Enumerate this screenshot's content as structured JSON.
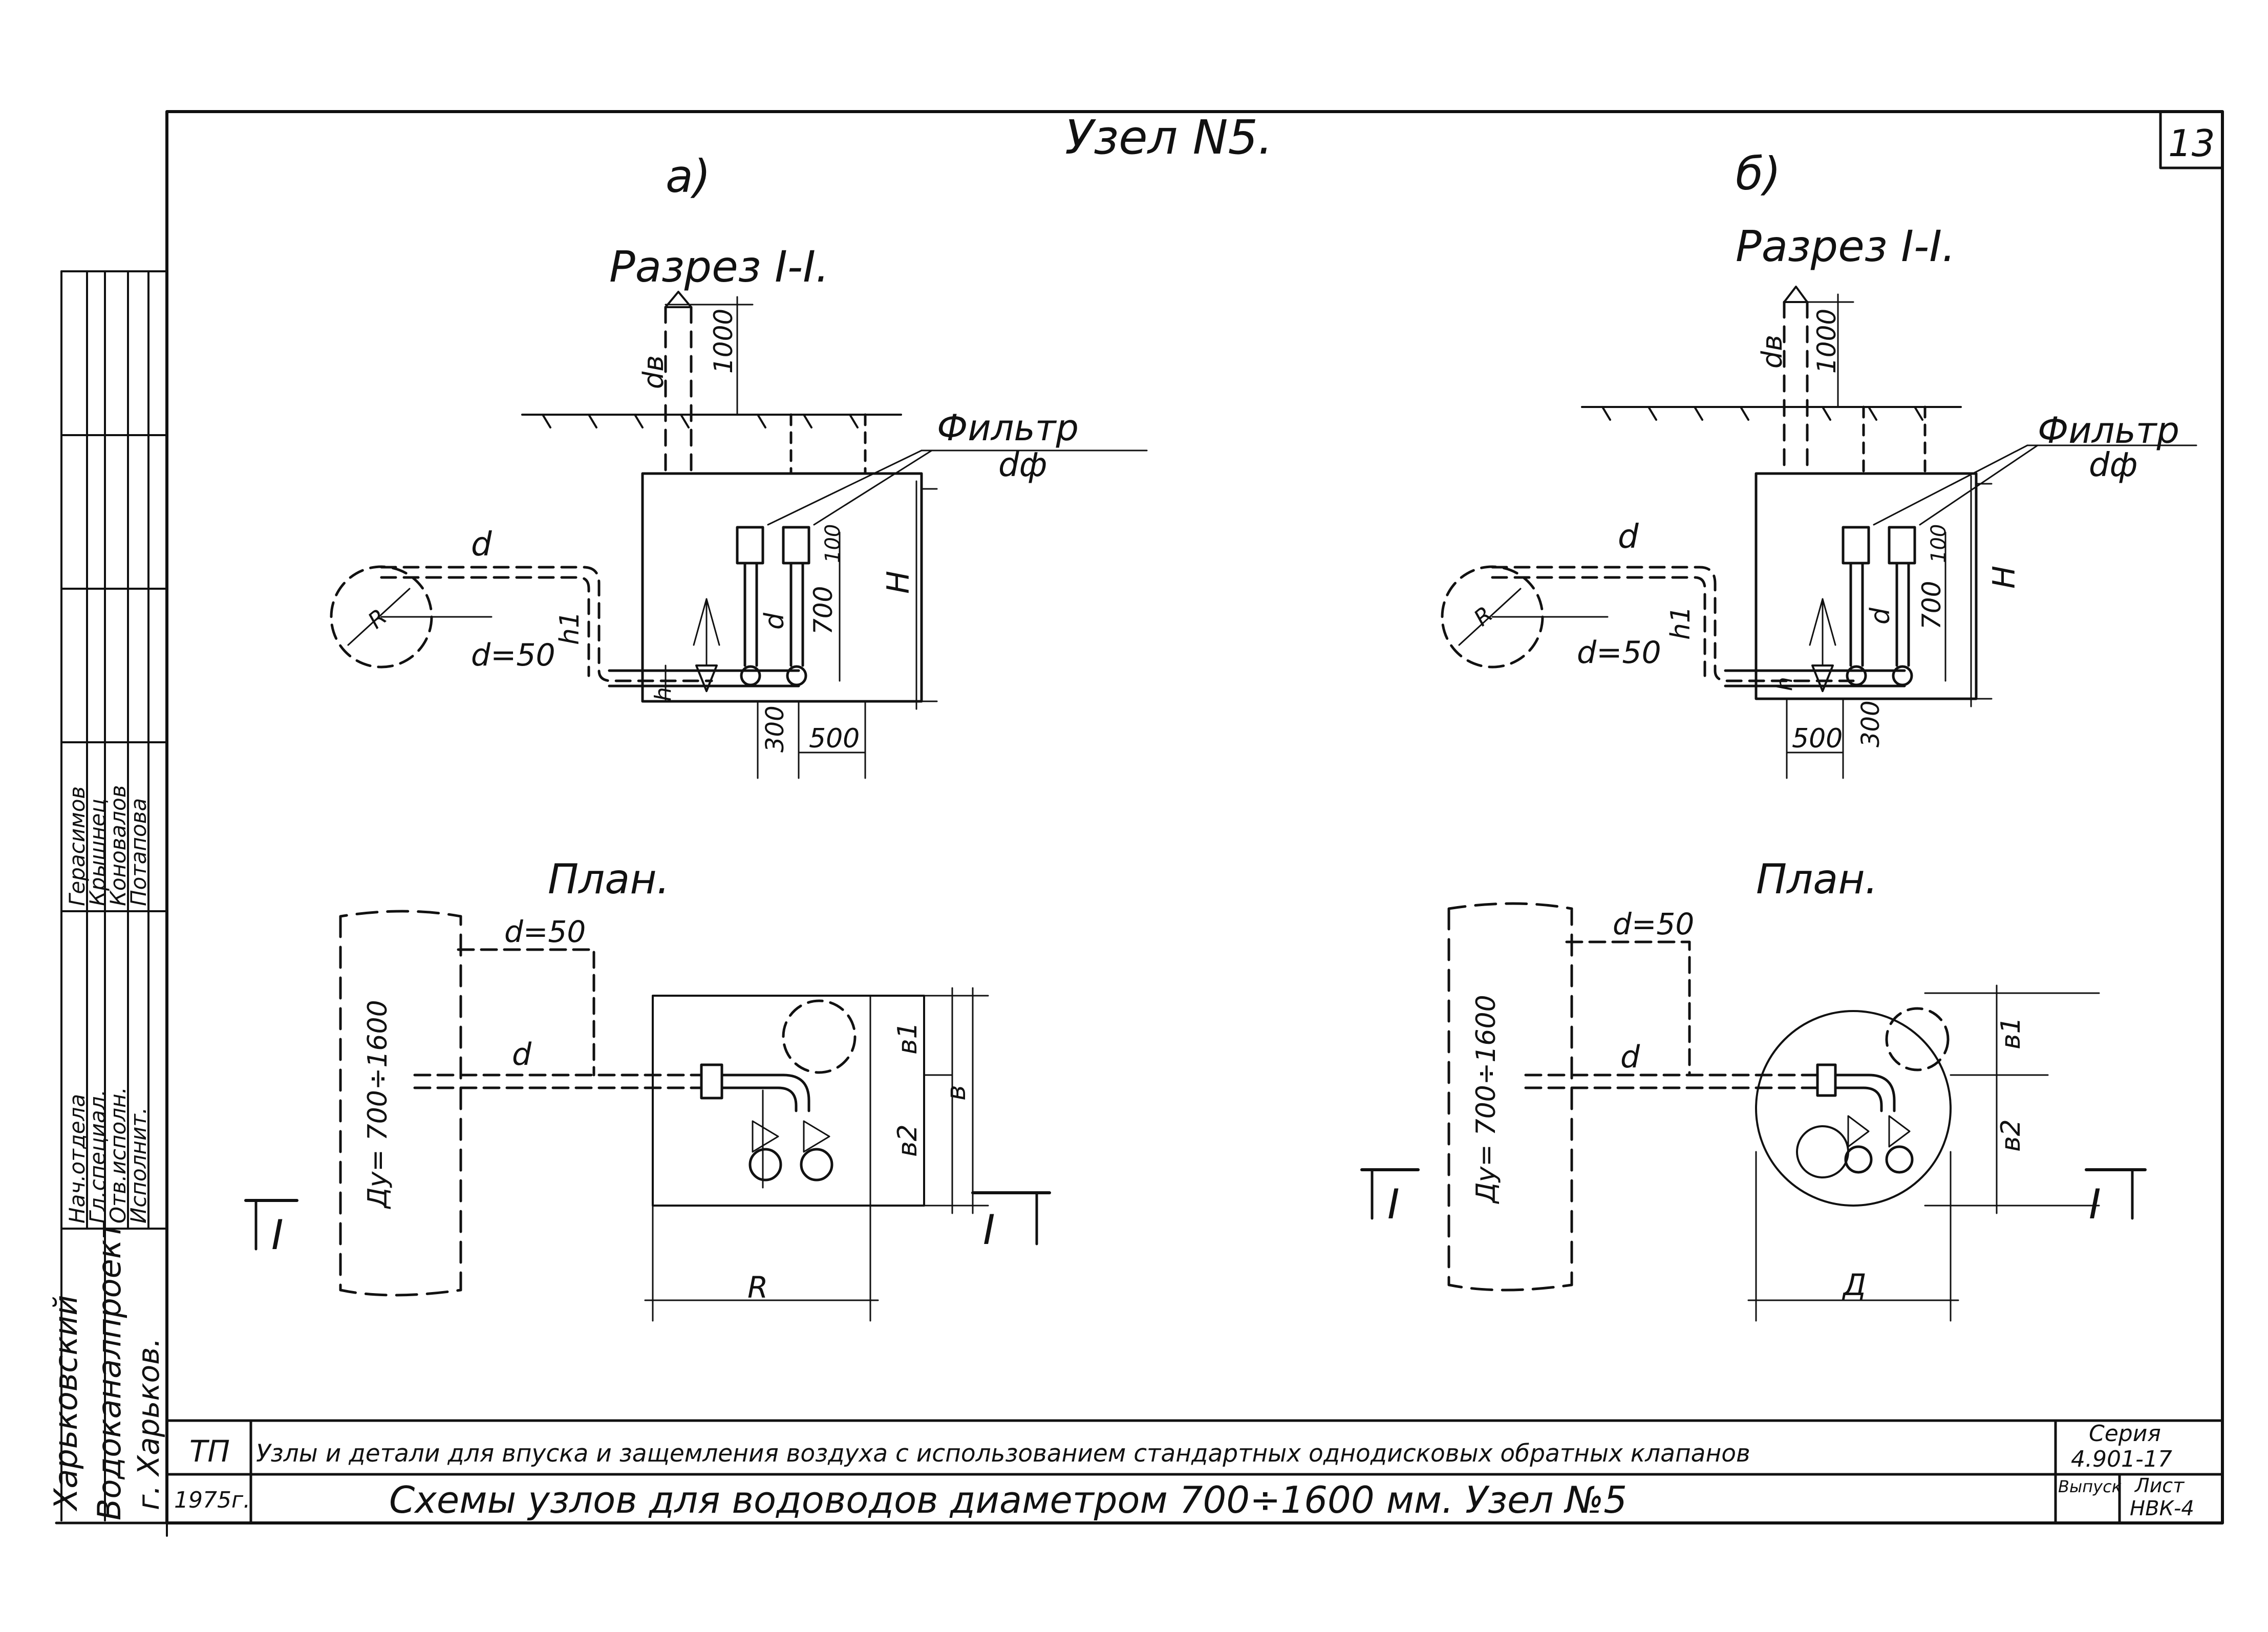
{
  "sheet": {
    "title": "Узел N5.",
    "sheet_number": "13",
    "variant_a": "а)",
    "variant_b": "б)"
  },
  "section_a": {
    "heading": "Разрез I-I.",
    "filter_label": "Фильтр",
    "filter_dim": "dф",
    "vent_pipe": "dв",
    "height_1000": "1000",
    "H": "H",
    "pipe_d": "d",
    "pipe_d50": "d=50",
    "h1": "h1",
    "h": "h",
    "dim_700": "700",
    "dim_100": "100",
    "dim_300": "300",
    "dim_500": "500",
    "r": "R"
  },
  "section_b": {
    "heading": "Разрез I-I.",
    "filter_label": "Фильтр",
    "filter_dim": "dф",
    "vent_pipe": "dв",
    "height_1000": "1000",
    "H": "H",
    "pipe_d": "d",
    "pipe_d50": "d=50",
    "h1": "h1",
    "h": "h",
    "dim_700": "700",
    "dim_100": "100",
    "dim_300": "300",
    "dim_500": "500",
    "r": "R"
  },
  "plan_a": {
    "heading": "План.",
    "pipe_d50": "d=50",
    "pipe_d": "d",
    "dy": "Дy= 700÷1600",
    "b1": "в1",
    "b": "в",
    "b2": "в2",
    "width": "R",
    "cut_left": "I",
    "cut_right": "I"
  },
  "plan_b": {
    "heading": "План.",
    "pipe_d50": "d=50",
    "pipe_d": "d",
    "dy": "Дy= 700÷1600",
    "b1": "в1",
    "b2": "в2",
    "width": "Д",
    "cut_left": "I",
    "cut_right": "I"
  },
  "side_stamp": {
    "org1": "Харьковский",
    "org2": "Водоканалпроект",
    "org3": "г. Харьков.",
    "roles": [
      "Нач.отдела",
      "Гл.специал.",
      "Отв.исполн.",
      "Исполнит."
    ],
    "names": [
      "Герасимов",
      "Крышнец",
      "Коновалов",
      "Потапова"
    ]
  },
  "title_block": {
    "code": "ТП",
    "year": "1975г.",
    "line1": "Узлы и детали для впуска и защемления воздуха с использованием стандартных однодисковых обратных клапанов",
    "line2": "Схемы узлов для водоводов диаметром 700÷1600 мм.   Узел №5",
    "series_label": "Серия",
    "series_value": "4.901-17",
    "issue_label": "Выпуск",
    "sheet_label": "Лист",
    "sheet_value": "НВК-4"
  }
}
